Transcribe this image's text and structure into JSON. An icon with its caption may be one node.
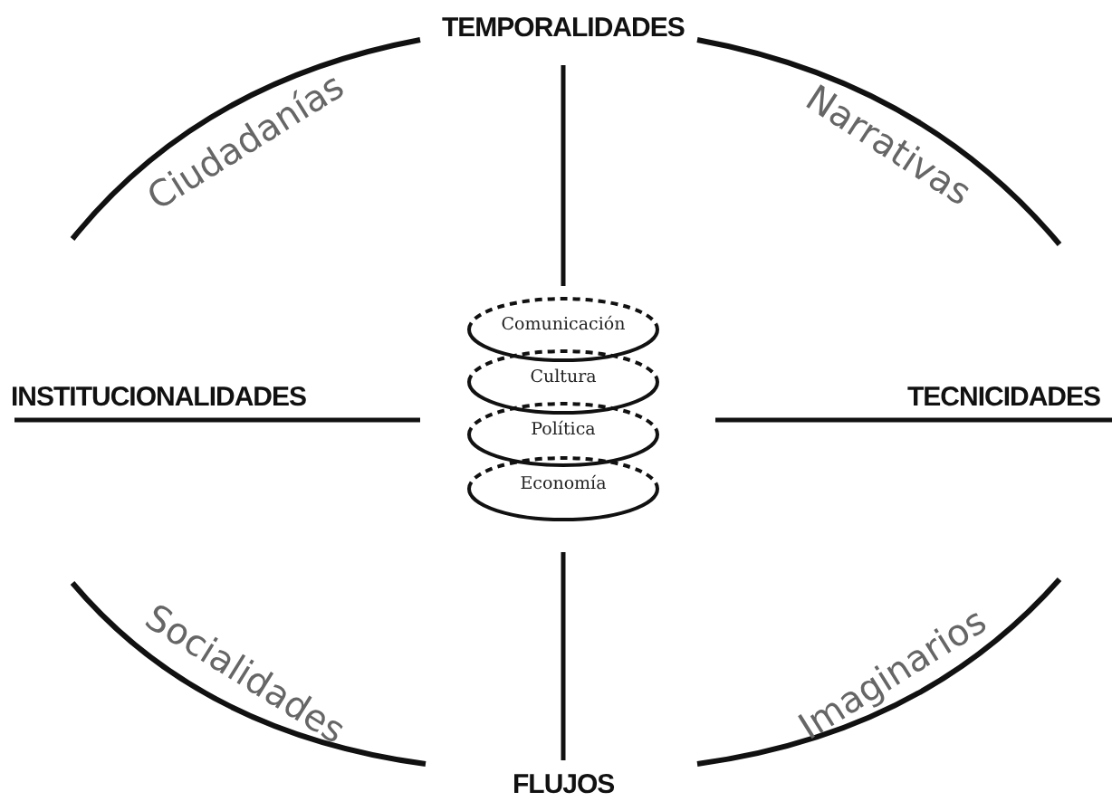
{
  "diagram": {
    "nodes": [
      {
        "text": [
          "Comunicación"
        ]
      },
      {
        "text": [
          "Cultura"
        ]
      },
      {
        "text": [
          "Política"
        ]
      },
      {
        "text": [
          "Economía"
        ]
      }
    ],
    "labels": [
      "TEMPORALIDADES",
      "Ciudadanías",
      "Narrativas",
      "INSTITUCIONALIDADES",
      "TECNICIDADES",
      "Socialidades",
      "Imaginarios",
      "FLUJOS"
    ]
  }
}
